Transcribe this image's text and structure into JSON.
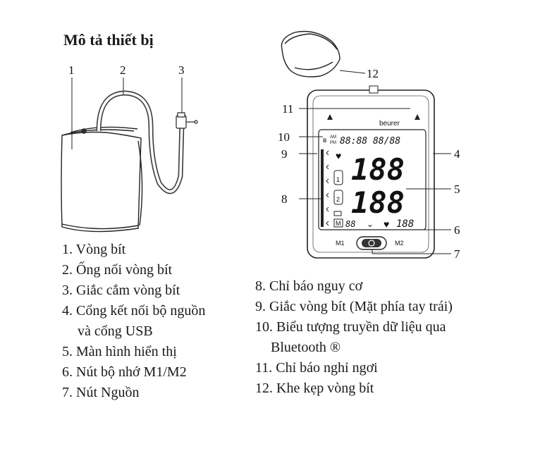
{
  "heading": "Mô tả thiết bị",
  "figure": {
    "callouts": [
      "1",
      "2",
      "3",
      "4",
      "5",
      "6",
      "7",
      "8",
      "9",
      "10",
      "11",
      "12"
    ],
    "brand": "beurer",
    "memory_left": "M1",
    "memory_right": "M2",
    "display": {
      "am": "AM",
      "pm": "PM",
      "date_time": "88:88 88/88",
      "systolic": "188",
      "diastolic": "188",
      "memory_icon": "M",
      "memory_count": "88",
      "pulse": "188",
      "user1": "1",
      "user2": "2"
    }
  },
  "parts_left": [
    {
      "text": "1. Vòng bít"
    },
    {
      "text": "2. Ống nối vòng bít"
    },
    {
      "text": "3. Giắc cắm vòng bít"
    },
    {
      "text": "4. Cổng kết nối bộ nguồn"
    },
    {
      "text": "và cổng USB",
      "continuation": true
    },
    {
      "text": "5. Màn hình hiển thị"
    },
    {
      "text": "6. Nút bộ nhớ M1/M2"
    },
    {
      "text": "7. Nút Nguồn"
    }
  ],
  "parts_right": [
    {
      "text": "8. Chỉ báo nguy cơ"
    },
    {
      "text": "9. Giắc vòng bít (Mặt phía tay trái)"
    },
    {
      "text": "10. Biểu tượng truyền dữ liệu qua"
    },
    {
      "text": "Bluetooth ®",
      "continuation": true
    },
    {
      "text": "11. Chỉ báo nghỉ ngơi"
    },
    {
      "text": "12. Khe kẹp vòng bít"
    }
  ]
}
